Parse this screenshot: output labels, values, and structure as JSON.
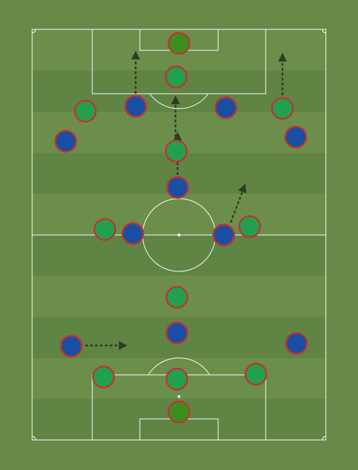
{
  "pitch": {
    "colors": {
      "outer": "#678a48",
      "stripe_light": "#6b8e4b",
      "stripe_dark": "#5f8443",
      "lines": "#ffffff",
      "arrow": "#2e3d22"
    }
  },
  "players": [
    {
      "id": "gk-top",
      "color": "#3a8f1f",
      "border": "#c43232",
      "team": "green"
    },
    {
      "id": "p1",
      "color": "#22a04f",
      "border": "#c43232",
      "team": "green"
    },
    {
      "id": "p2",
      "color": "#22a04f",
      "border": "#c43232",
      "team": "green"
    },
    {
      "id": "p3",
      "color": "#1a4ea3",
      "border": "#c43232",
      "team": "blue"
    },
    {
      "id": "p4",
      "color": "#1a4ea3",
      "border": "#c43232",
      "team": "blue"
    },
    {
      "id": "p5",
      "color": "#22a04f",
      "border": "#c43232",
      "team": "green"
    },
    {
      "id": "p6",
      "color": "#1a4ea3",
      "border": "#c43232",
      "team": "blue"
    },
    {
      "id": "p7",
      "color": "#1a4ea3",
      "border": "#c43232",
      "team": "blue"
    },
    {
      "id": "p8",
      "color": "#22a04f",
      "border": "#c43232",
      "team": "green"
    },
    {
      "id": "p9",
      "color": "#1a4ea3",
      "border": "#c43232",
      "team": "blue"
    },
    {
      "id": "p10",
      "color": "#22a04f",
      "border": "#c43232",
      "team": "green"
    },
    {
      "id": "p11",
      "color": "#1a4ea3",
      "border": "#c43232",
      "team": "blue"
    },
    {
      "id": "p12",
      "color": "#1a4ea3",
      "border": "#c43232",
      "team": "blue"
    },
    {
      "id": "p13",
      "color": "#22a04f",
      "border": "#c43232",
      "team": "green"
    },
    {
      "id": "p14",
      "color": "#22a04f",
      "border": "#c43232",
      "team": "green"
    },
    {
      "id": "p15",
      "color": "#1a4ea3",
      "border": "#c43232",
      "team": "blue"
    },
    {
      "id": "p16",
      "color": "#1a4ea3",
      "border": "#c43232",
      "team": "blue"
    },
    {
      "id": "p17",
      "color": "#1a4ea3",
      "border": "#c43232",
      "team": "blue"
    },
    {
      "id": "p18",
      "color": "#22a04f",
      "border": "#c43232",
      "team": "green"
    },
    {
      "id": "p19",
      "color": "#22a04f",
      "border": "#c43232",
      "team": "green"
    },
    {
      "id": "p20",
      "color": "#22a04f",
      "border": "#c43232",
      "team": "green"
    },
    {
      "id": "gk-bottom",
      "color": "#3a8f1f",
      "border": "#c43232",
      "team": "green"
    }
  ],
  "arrows": [
    {
      "id": "arrow-1"
    },
    {
      "id": "arrow-2"
    },
    {
      "id": "arrow-3"
    },
    {
      "id": "arrow-4"
    },
    {
      "id": "arrow-5"
    },
    {
      "id": "arrow-6"
    }
  ]
}
